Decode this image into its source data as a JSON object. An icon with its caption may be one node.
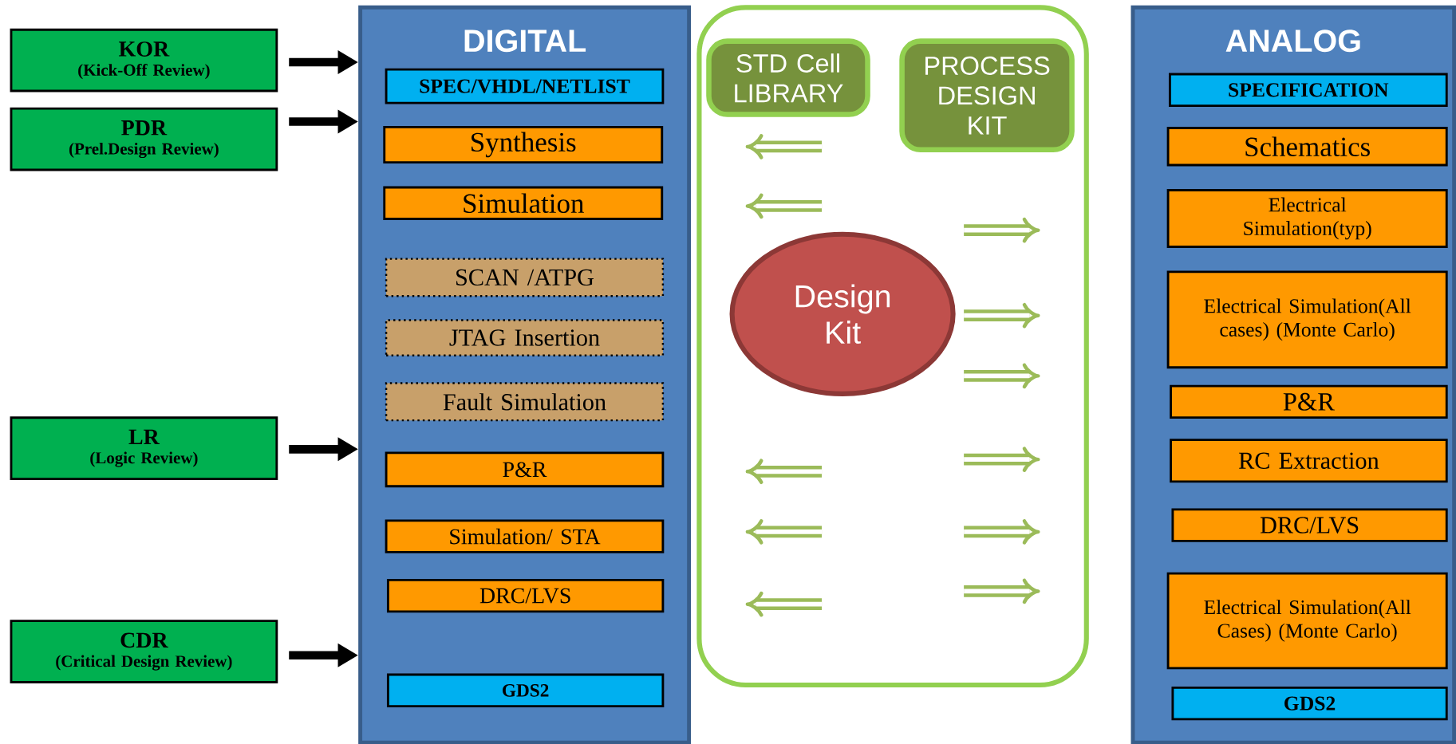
{
  "diagram": {
    "nodes": [
      {
        "text": [
          "KOR",
          "(Kick-Off Review)"
        ]
      },
      {
        "text": [
          "PDR",
          "(Prel.Design Review)"
        ]
      },
      {
        "text": [
          "LR",
          "(Logic Review)"
        ]
      },
      {
        "text": [
          "CDR",
          "(Critical Design Review)"
        ]
      },
      {
        "text": [
          "DIGITAL"
        ]
      },
      {
        "text": [
          "SPEC/VHDL/NETLIST"
        ],
        "in": 4
      },
      {
        "text": [
          "Synthesis"
        ],
        "in": 4
      },
      {
        "text": [
          "Simulation"
        ],
        "in": 4
      },
      {
        "text": [
          "SCAN /ATPG"
        ],
        "in": 4
      },
      {
        "text": [
          "JTAG Insertion"
        ],
        "in": 4
      },
      {
        "text": [
          "Fault Simulation"
        ],
        "in": 4
      },
      {
        "text": [
          "P&R"
        ],
        "in": 4
      },
      {
        "text": [
          "Simulation/ STA"
        ],
        "in": 4
      },
      {
        "text": [
          "DRC/LVS"
        ],
        "in": 4
      },
      {
        "text": [
          "GDS2"
        ],
        "in": 4
      },
      {
        "text": [],
        "shape": "box"
      },
      {
        "text": [
          "STD Cell LIBRARY"
        ],
        "in": 15
      },
      {
        "text": [
          "PROCESS DESIGN KIT"
        ],
        "in": 15
      },
      {
        "text": [
          "Design Kit"
        ],
        "in": 15
      },
      {
        "text": [
          "ANALOG"
        ]
      },
      {
        "text": [
          "SPECIFICATION"
        ],
        "in": 19
      },
      {
        "text": [
          "Schematics"
        ],
        "in": 19
      },
      {
        "text": [
          "Electrical Simulation(typ)"
        ],
        "in": 19
      },
      {
        "text": [
          "Electrical Simulation(All cases) (Monte Carlo)"
        ],
        "in": 19
      },
      {
        "text": [
          "P&R"
        ],
        "in": 19
      },
      {
        "text": [
          "RC Extraction"
        ],
        "in": 19
      },
      {
        "text": [
          "DRC/LVS"
        ],
        "in": 19
      },
      {
        "text": [
          "Electrical Simulation(All Cases) (Monte Carlo)"
        ],
        "in": 19
      },
      {
        "text": [
          "GDS2"
        ],
        "in": 19
      }
    ],
    "edges": [
      {
        "from": 0,
        "to": 4,
        "arrow": "to"
      },
      {
        "from": 1,
        "to": 4,
        "arrow": "to"
      },
      {
        "from": 2,
        "to": 4,
        "arrow": "to"
      },
      {
        "from": 3,
        "to": 4,
        "arrow": "to"
      }
    ]
  }
}
